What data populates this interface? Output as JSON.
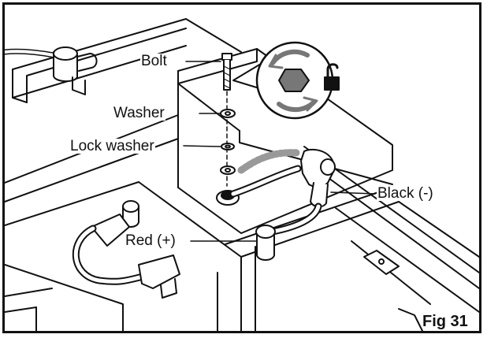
{
  "labels": {
    "bolt": "Bolt",
    "washer": "Washer",
    "lock_washer": "Lock washer",
    "black": "Black (-)",
    "red": "Red (+)"
  },
  "figure_label": "Fig 31",
  "icons": {
    "rotation": "loosen-rotation-icon",
    "lock": "unlocked-padlock-icon"
  }
}
